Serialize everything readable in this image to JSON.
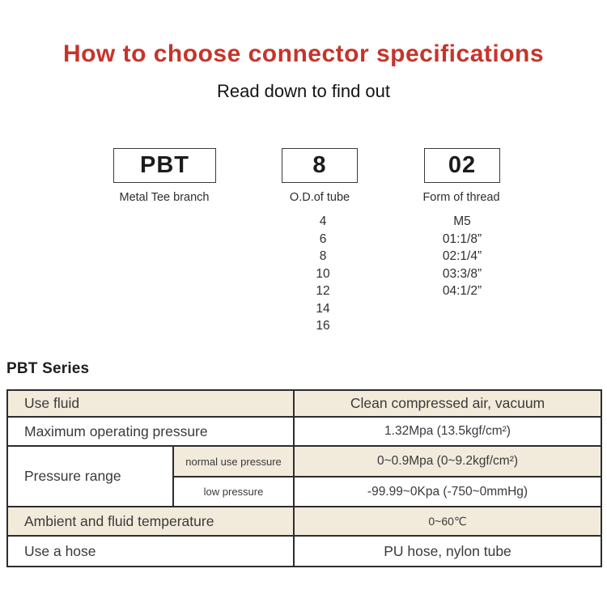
{
  "page": {
    "title": "How to choose connector specifications",
    "subtitle": "Read down to find out"
  },
  "selector": {
    "columns": [
      {
        "code": "PBT",
        "label": "Metal Tee branch",
        "options": []
      },
      {
        "code": "8",
        "label": "O.D.of tube",
        "options": [
          "4",
          "6",
          "8",
          "10",
          "12",
          "14",
          "16"
        ]
      },
      {
        "code": "02",
        "label": "Form of thread",
        "options": [
          "M5",
          "01:1/8”",
          "02:1/4”",
          "03:3/8”",
          "04:1/2”"
        ]
      }
    ]
  },
  "series": {
    "heading": "PBT Series",
    "table": {
      "rows": [
        {
          "label": "Use fluid",
          "value": "Clean compressed air, vacuum"
        },
        {
          "label": "Maximum operating pressure",
          "value": "1.32Mpa (13.5kgf/cm²)"
        },
        {
          "label": "Pressure range",
          "sub": [
            {
              "name": "normal use pressure",
              "value": "0~0.9Mpa (0~9.2kgf/cm²)"
            },
            {
              "name": "low pressure",
              "value": "-99.99~0Kpa (-750~0mmHg)"
            }
          ]
        },
        {
          "label": "Ambient and fluid temperature",
          "value": "0~60℃"
        },
        {
          "label": "Use a hose",
          "value": "PU hose, nylon tube"
        }
      ]
    }
  },
  "colors": {
    "title_red": "#c5352b",
    "row_beige": "#f2ebdb",
    "border_dark": "#2d2d2d"
  }
}
